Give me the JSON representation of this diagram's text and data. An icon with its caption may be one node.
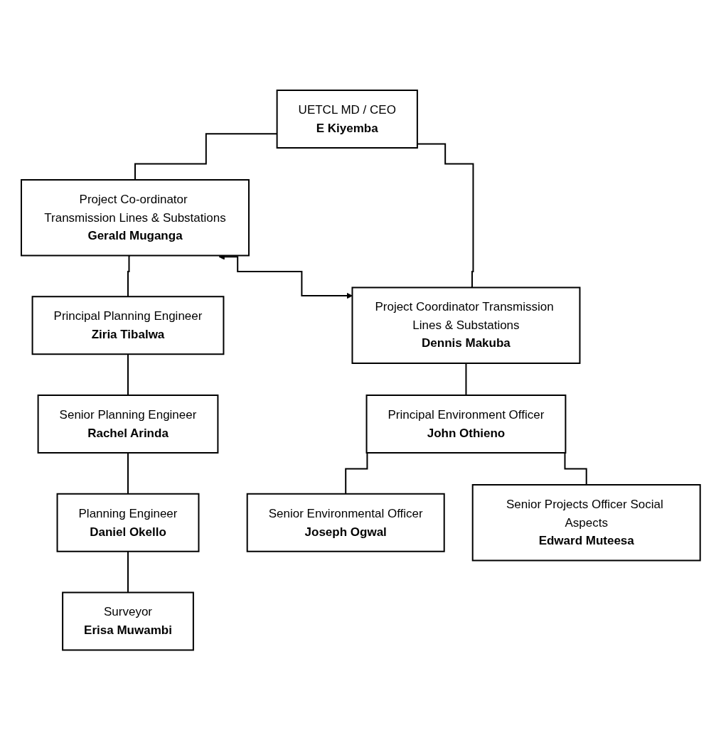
{
  "diagram": {
    "nodes": [
      {
        "text": [
          "UETCL MD / CEO",
          "E Kiyemba"
        ]
      },
      {
        "text": [
          "Project Co-ordinator Transmission Lines & Substations",
          "Gerald Muganga"
        ]
      },
      {
        "text": [
          "Project Coordinator Transmission Lines & Substations",
          "Dennis Makuba"
        ]
      },
      {
        "text": [
          "Principal Planning Engineer",
          "Ziria Tibalwa"
        ]
      },
      {
        "text": [
          "Senior Planning Engineer",
          "Rachel Arinda"
        ]
      },
      {
        "text": [
          "Planning Engineer",
          "Daniel Okello"
        ]
      },
      {
        "text": [
          "Surveyor",
          "Erisa Muwambi"
        ]
      },
      {
        "text": [
          "Principal Environment Officer",
          "John Othieno"
        ]
      },
      {
        "text": [
          "Senior Environmental Officer",
          "Joseph Ogwal"
        ]
      },
      {
        "text": [
          "Senior Projects Officer Social Aspects",
          "Edward Muteesa"
        ]
      }
    ],
    "edges": [
      {
        "from": 0,
        "to": 1,
        "arrow": "none"
      },
      {
        "from": 0,
        "to": 2,
        "arrow": "none"
      },
      {
        "from": 1,
        "to": 2,
        "arrow": "both"
      },
      {
        "from": 1,
        "to": 3,
        "arrow": "none"
      },
      {
        "from": 3,
        "to": 4,
        "arrow": "none"
      },
      {
        "from": 4,
        "to": 5,
        "arrow": "none"
      },
      {
        "from": 5,
        "to": 6,
        "arrow": "none"
      },
      {
        "from": 2,
        "to": 7,
        "arrow": "none"
      },
      {
        "from": 7,
        "to": 8,
        "arrow": "none"
      },
      {
        "from": 7,
        "to": 9,
        "arrow": "none"
      }
    ]
  }
}
